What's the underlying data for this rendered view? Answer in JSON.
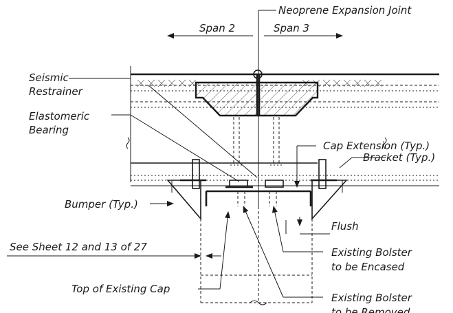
{
  "labels": {
    "neoprene_joint": "Neoprene Expansion Joint",
    "span_2": "Span 2",
    "span_3": "Span 3",
    "seismic_1": "Seismic",
    "seismic_2": "Restrainer",
    "elastomeric_1": "Elastomeric",
    "elastomeric_2": "Bearing",
    "cap_extension": "Cap Extension (Typ.)",
    "bracket": "Bracket (Typ.)",
    "bumper": "Bumper (Typ.)",
    "flush": "Flush",
    "see_sheet": "See Sheet 12 and 13 of 27",
    "existing_bolster_encased_1": "Existing Bolster",
    "existing_bolster_encased_2": "to be Encased",
    "top_existing_cap": "Top of Existing Cap",
    "existing_bolster_removed_1": "Existing Bolster",
    "existing_bolster_removed_2": "to be Removed"
  }
}
